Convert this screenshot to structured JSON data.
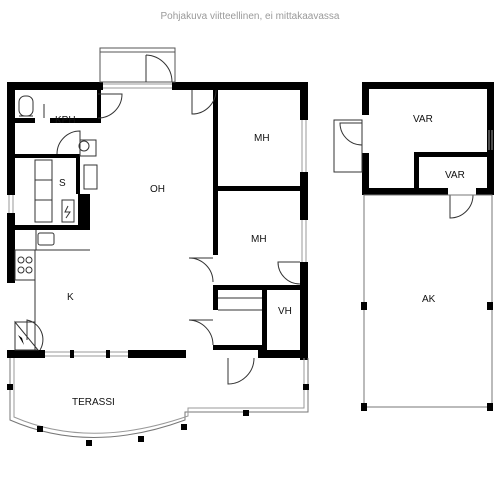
{
  "caption": "Pohjakuva viitteellinen, ei mittakaavassa",
  "rooms": {
    "kph": "KPH",
    "s": "S",
    "oh": "OH",
    "mh_upper": "MH",
    "mh_lower": "MH",
    "k": "K",
    "vh": "VH",
    "terassi": "TERASSI",
    "var_large": "VAR",
    "var_small": "VAR",
    "ak": "AK"
  },
  "colors": {
    "wall": "#000000",
    "thin_line": "#333333",
    "window": "#9a9a9a",
    "caption": "#9a9a9a"
  }
}
